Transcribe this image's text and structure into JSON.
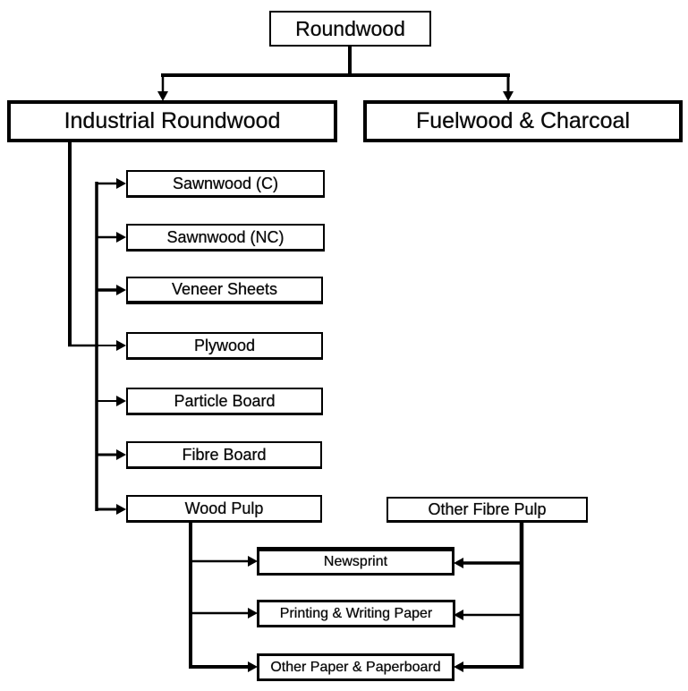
{
  "colors": {
    "background": "#ffffff",
    "line": "#000000",
    "text": "#000000",
    "box_fill": "#ffffff"
  },
  "nodes": {
    "roundwood": {
      "label": "Roundwood"
    },
    "industrial_roundwood": {
      "label": "Industrial Roundwood"
    },
    "fuelwood_charcoal": {
      "label": "Fuelwood & Charcoal"
    },
    "sawnwood_c": {
      "label": "Sawnwood (C)"
    },
    "sawnwood_nc": {
      "label": "Sawnwood (NC)"
    },
    "veneer_sheets": {
      "label": "Veneer Sheets"
    },
    "plywood": {
      "label": "Plywood"
    },
    "particle_board": {
      "label": "Particle Board"
    },
    "fibre_board": {
      "label": "Fibre Board"
    },
    "wood_pulp": {
      "label": "Wood Pulp"
    },
    "other_fibre_pulp": {
      "label": "Other Fibre Pulp"
    },
    "newsprint": {
      "label": "Newsprint"
    },
    "printing_writing_paper": {
      "label": "Printing & Writing Paper"
    },
    "other_paper_paperboard": {
      "label": "Other Paper & Paperboard"
    }
  },
  "edges": [
    {
      "from": "roundwood",
      "to": "industrial_roundwood"
    },
    {
      "from": "roundwood",
      "to": "fuelwood_charcoal"
    },
    {
      "from": "industrial_roundwood",
      "to": "sawnwood_c"
    },
    {
      "from": "industrial_roundwood",
      "to": "sawnwood_nc"
    },
    {
      "from": "industrial_roundwood",
      "to": "veneer_sheets"
    },
    {
      "from": "industrial_roundwood",
      "to": "plywood"
    },
    {
      "from": "industrial_roundwood",
      "to": "particle_board"
    },
    {
      "from": "industrial_roundwood",
      "to": "fibre_board"
    },
    {
      "from": "industrial_roundwood",
      "to": "wood_pulp"
    },
    {
      "from": "wood_pulp",
      "to": "newsprint"
    },
    {
      "from": "wood_pulp",
      "to": "printing_writing_paper"
    },
    {
      "from": "wood_pulp",
      "to": "other_paper_paperboard"
    },
    {
      "from": "other_fibre_pulp",
      "to": "newsprint"
    },
    {
      "from": "other_fibre_pulp",
      "to": "printing_writing_paper"
    },
    {
      "from": "other_fibre_pulp",
      "to": "other_paper_paperboard"
    }
  ]
}
